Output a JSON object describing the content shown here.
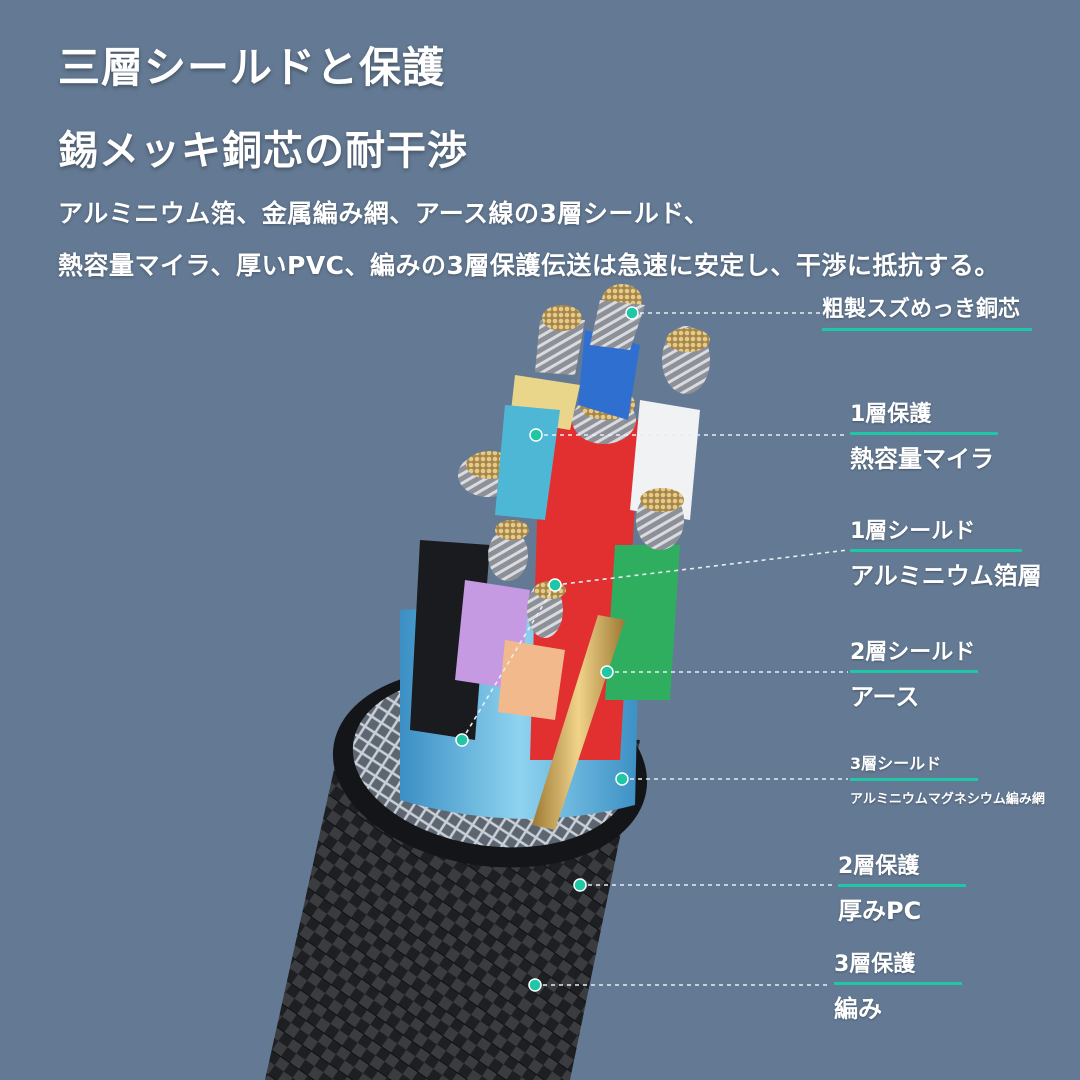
{
  "header": {
    "title": "三層シールドと保護",
    "subtitle": "錫メッキ銅芯の耐干渉",
    "description_line1": "アルミニウム箔、金属編み網、アース線の3層シールド、",
    "description_line2": "熱容量マイラ、厚いPVC、編みの3層保護伝送は急速に安定し、干渉に抵抗する。"
  },
  "labels": {
    "core": {
      "subtitle": "粗製スズめっき銅芯"
    },
    "protection1": {
      "heading": "1層保護",
      "subtitle": "熱容量マイラ"
    },
    "shield1": {
      "heading": "1層シールド",
      "subtitle": "アルミニウム箔層"
    },
    "shield2": {
      "heading": "2層シールド",
      "subtitle": "アース"
    },
    "shield3": {
      "heading": "3層シールド",
      "subtitle": "アルミニウムマグネシウム編み網"
    },
    "protection2": {
      "heading": "2層保護",
      "subtitle": "厚みPC"
    },
    "protection3": {
      "heading": "3層保護",
      "subtitle": "編み"
    }
  },
  "colors": {
    "background": "#647a94",
    "accent": "#1fc7a6",
    "text": "#ffffff"
  }
}
